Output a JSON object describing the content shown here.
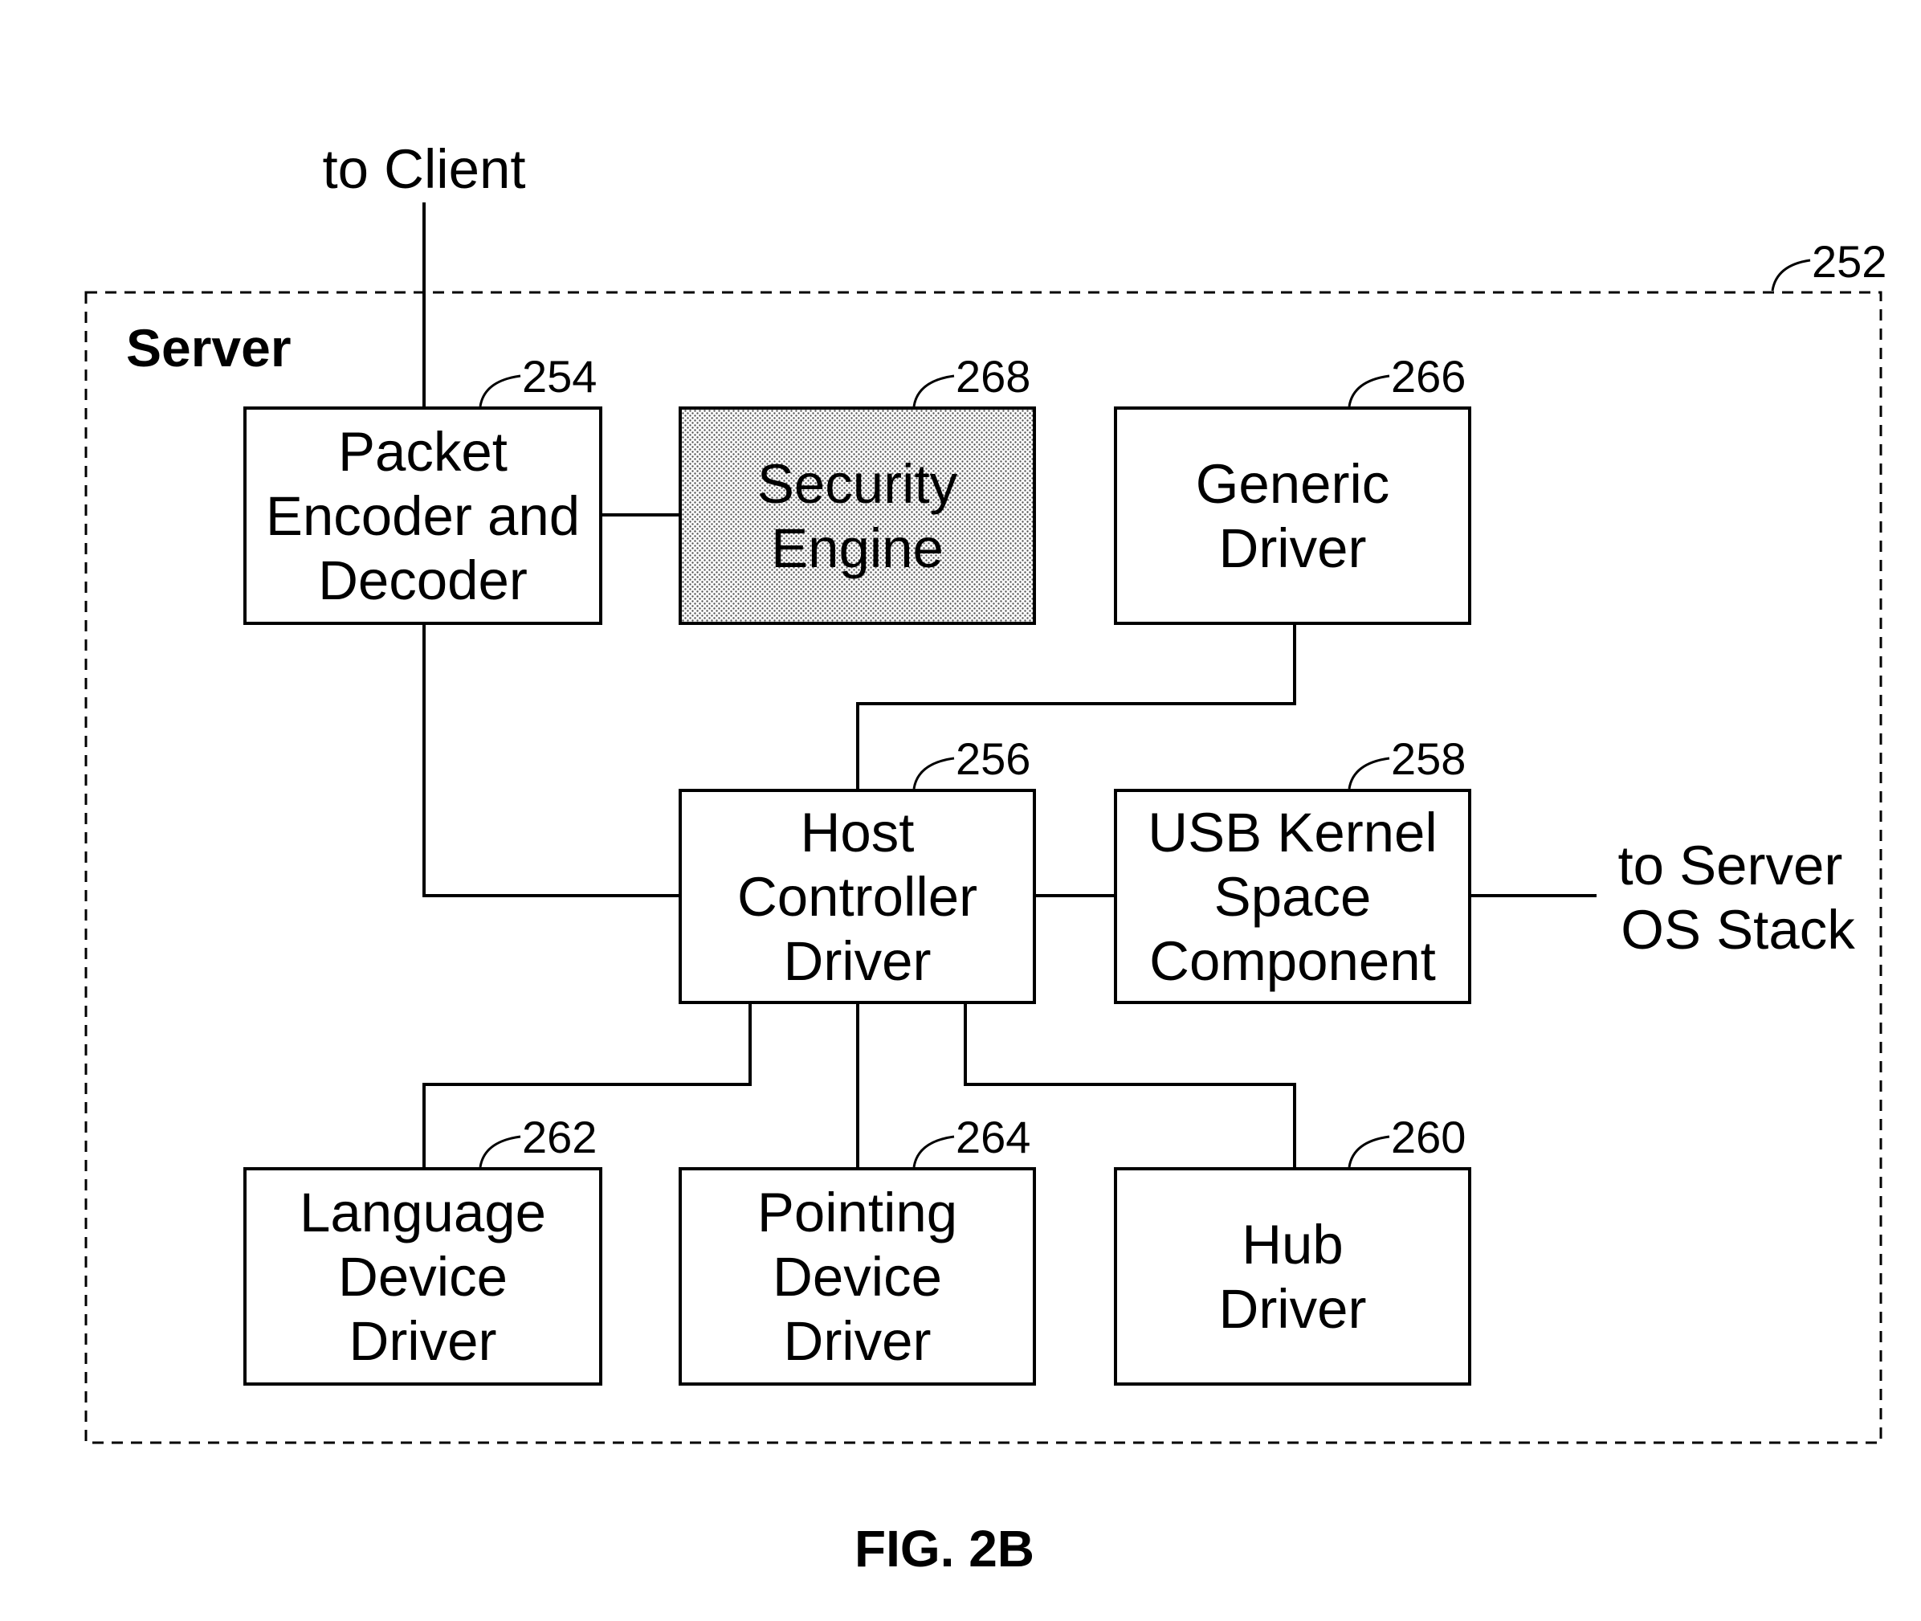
{
  "figure": {
    "caption": "FIG. 2B"
  },
  "external": {
    "to_client": "to Client",
    "to_server_os_stack": [
      "to Server",
      "OS Stack"
    ]
  },
  "container": {
    "label": "Server",
    "ref": "252"
  },
  "boxes": [
    {
      "id": "packet-encoder-decoder",
      "ref": "254",
      "lines": [
        "Packet",
        "Encoder and",
        "Decoder"
      ],
      "shaded": false
    },
    {
      "id": "security-engine",
      "ref": "268",
      "lines": [
        "Security",
        "Engine"
      ],
      "shaded": true
    },
    {
      "id": "generic-driver",
      "ref": "266",
      "lines": [
        "Generic",
        "Driver"
      ],
      "shaded": false
    },
    {
      "id": "host-controller-driver",
      "ref": "256",
      "lines": [
        "Host",
        "Controller",
        "Driver"
      ],
      "shaded": false
    },
    {
      "id": "usb-kernel-space-component",
      "ref": "258",
      "lines": [
        "USB Kernel",
        "Space",
        "Component"
      ],
      "shaded": false
    },
    {
      "id": "language-device-driver",
      "ref": "262",
      "lines": [
        "Language",
        "Device",
        "Driver"
      ],
      "shaded": false
    },
    {
      "id": "pointing-device-driver",
      "ref": "264",
      "lines": [
        "Pointing",
        "Device",
        "Driver"
      ],
      "shaded": false
    },
    {
      "id": "hub-driver",
      "ref": "260",
      "lines": [
        "Hub",
        "Driver"
      ],
      "shaded": false
    }
  ]
}
